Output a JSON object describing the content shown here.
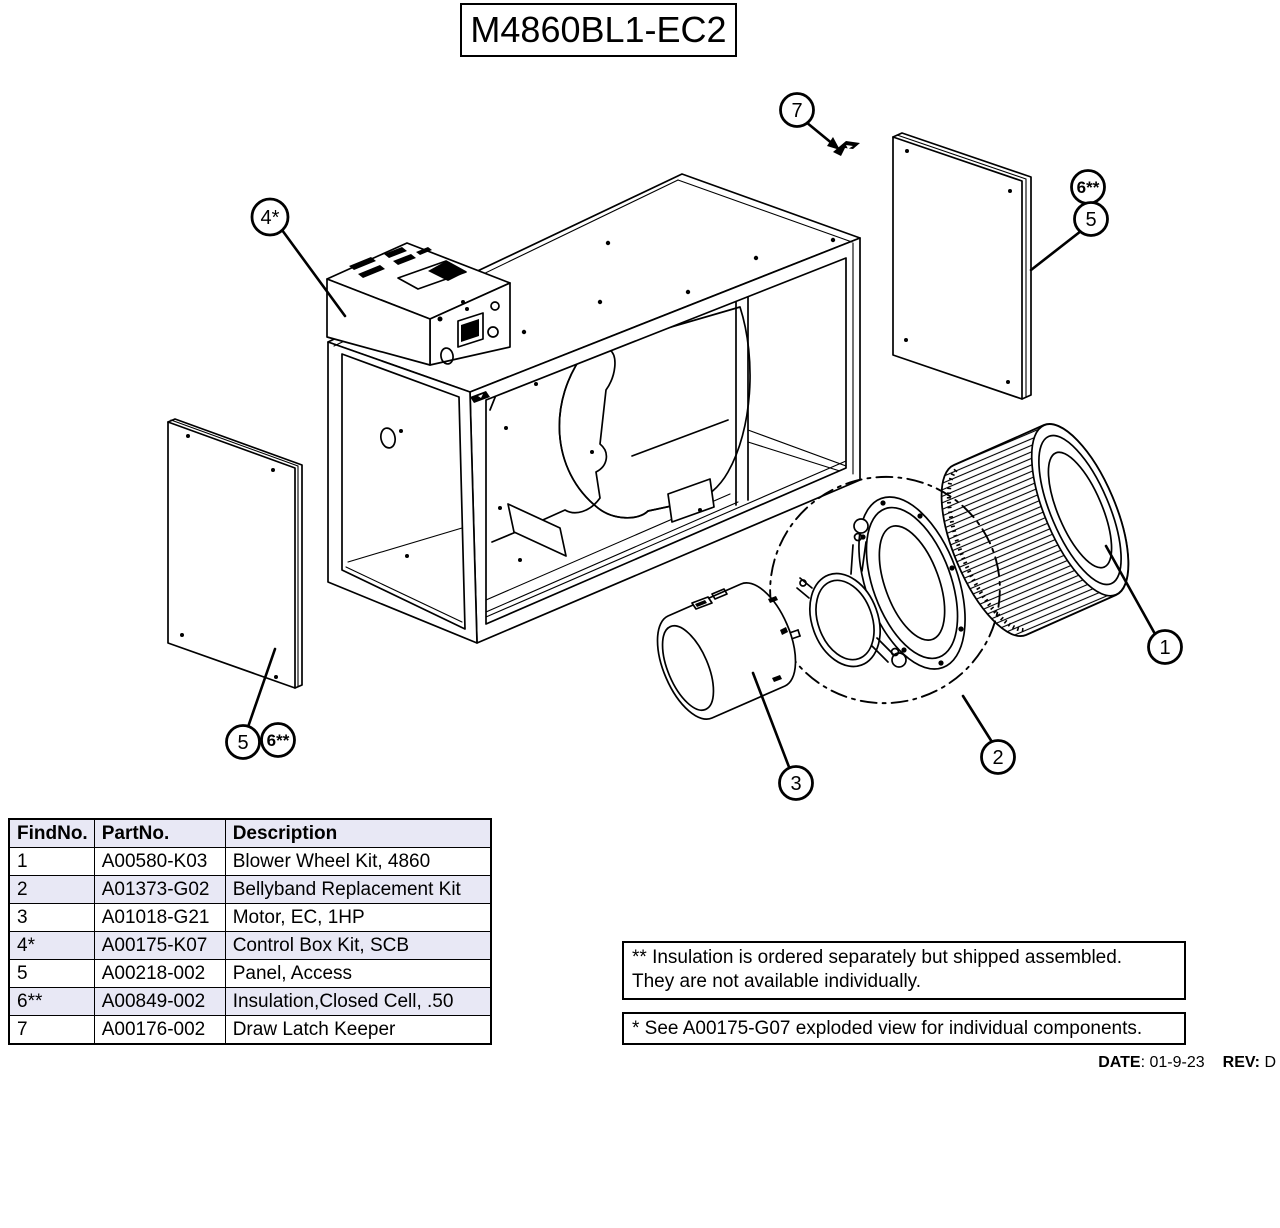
{
  "title": "M4860BL1-EC2",
  "callouts": {
    "c7": "7",
    "c6_top": "6**",
    "c5_top": "5",
    "c4": "4*",
    "c1": "1",
    "c2": "2",
    "c3": "3",
    "c5_left": "5",
    "c6_left": "6**"
  },
  "parts_table": {
    "headers": [
      "FindNo.",
      "PartNo.",
      "Description"
    ],
    "rows": [
      {
        "find": "1",
        "part": "A00580-K03",
        "desc": "Blower Wheel Kit, 4860"
      },
      {
        "find": "2",
        "part": "A01373-G02",
        "desc": "Bellyband Replacement Kit"
      },
      {
        "find": "3",
        "part": "A01018-G21",
        "desc": "Motor, EC, 1HP"
      },
      {
        "find": "4*",
        "part": "A00175-K07",
        "desc": "Control Box Kit, SCB"
      },
      {
        "find": "5",
        "part": "A00218-002",
        "desc": "Panel, Access"
      },
      {
        "find": "6**",
        "part": "A00849-002",
        "desc": "Insulation,Closed Cell, .50"
      },
      {
        "find": "7",
        "part": "A00176-002",
        "desc": "Draw Latch Keeper"
      }
    ]
  },
  "notes": {
    "double_star_line1": "** Insulation is ordered separately but shipped assembled.",
    "double_star_line2": "They are not available individually.",
    "single_star": "* See A00175-G07 exploded view for individual components."
  },
  "footer": {
    "date_label": "DATE",
    "date_value": ": 01-9-23",
    "rev_label": "REV:",
    "rev_value": " D"
  },
  "diagram_parts": {
    "cabinet": "blower cabinet housing",
    "control_box": "control box (find 4*)",
    "access_panel_right": "access panel with insulation (finds 5, 6**)",
    "access_panel_left": "access panel with insulation (finds 5, 6**)",
    "blower_wheel": "blower wheel (find 1)",
    "bellyband": "bellyband replacement kit (find 2)",
    "motor": "EC motor (find 3)",
    "latch_keeper": "draw latch keeper (find 7)"
  },
  "colors": {
    "line": "#000000",
    "background": "#ffffff",
    "table_header_bg": "#e8e8f5",
    "table_alt_row_bg": "#e8e8f5"
  }
}
